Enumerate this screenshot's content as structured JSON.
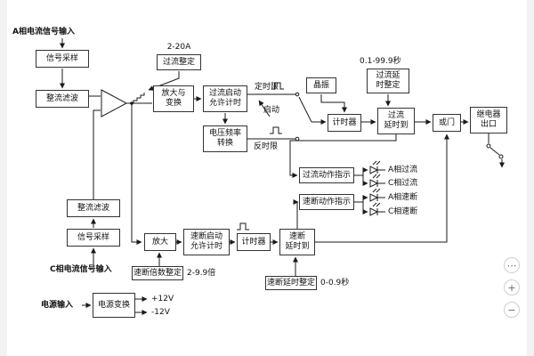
{
  "colors": {
    "background": "#ffffff",
    "line": "#1a1a1a",
    "box_border": "#333333",
    "gutter": "#f2f2f2"
  },
  "labels": {
    "phase_a_input": "A相电流信号输入",
    "phase_c_input": "C相电流信号输入",
    "power_input": "电源输入",
    "oc_setting_range": "2-20A",
    "oc_delay_range": "0.1-99.9秒",
    "qb_multiple_range": "2-9.9倍",
    "qb_delay_range": "0-0.9秒",
    "definite_time": "定时限",
    "start": "启动",
    "inverse_time": "反时限",
    "led_a_overcurrent": "A相过流",
    "led_c_overcurrent": "C相过流",
    "led_a_quickbreak": "A相速断",
    "led_c_quickbreak": "C相速断",
    "plus_12v": "+12V",
    "minus_12v": "-12V"
  },
  "blocks": {
    "signal_sample_a": "信号采样",
    "rectifier_filter_a": "整流滤波",
    "oc_setting": "过流整定",
    "amp_transform": "放大与\n变换",
    "oc_start_timing": "过流启动\n允许计时",
    "vf_convert": "电压频率\n转换",
    "crystal_osc": "晶振",
    "oc_delay_setting": "过流延\n时整定",
    "timer_oc": "计时器",
    "oc_delay_reached": "过流\n延时到",
    "or_gate": "或门",
    "relay_outlet": "继电器\n出口",
    "oc_action_indicator": "过流动作指示",
    "qb_action_indicator": "速断动作指示",
    "rectifier_filter_c": "整流滤波",
    "signal_sample_c": "信号采样",
    "amp_qb": "放大",
    "qb_start_timing": "速断启动\n允许计时",
    "timer_qb": "计时器",
    "qb_delay_reached": "速断\n延时到",
    "qb_multiple_setting": "速断倍数整定",
    "qb_delay_setting": "速断延时整定",
    "power_convert": "电源变换"
  },
  "widgets": {
    "buttons": [
      {
        "name": "menu",
        "icon": "⋯"
      },
      {
        "name": "zoom-in",
        "icon": "+"
      },
      {
        "name": "zoom-out",
        "icon": "−"
      }
    ]
  }
}
